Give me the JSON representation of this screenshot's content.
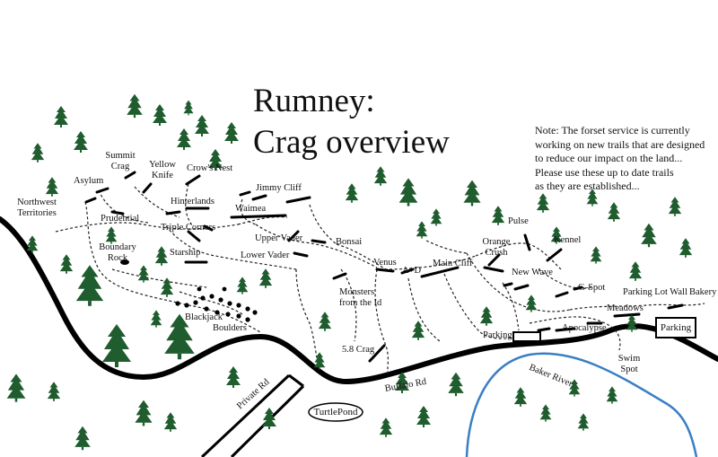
{
  "title": {
    "line1": "Rumney:",
    "line2": "Crag overview"
  },
  "note": {
    "line1": "Note: The forset service is currently",
    "line2": "working on new trails that are designed",
    "line3": "to reduce our impact on the land...",
    "line4": "Please use these up to date trails",
    "line5": "as they are established..."
  },
  "crags": {
    "summit_crag_1": "Summit",
    "summit_crag_2": "Crag",
    "yellow_knife_1": "Yellow",
    "yellow_knife_2": "Knife",
    "asylum": "Asylum",
    "crows_nest": "Crow's Nest",
    "northwest_1": "Northwest",
    "northwest_2": "Territories",
    "jimmy_cliff": "Jimmy Cliff",
    "hinterlands": "Hinterlands",
    "prudential": "Prudential",
    "waimea": "Waimea",
    "triple_corners": "Triple Corners",
    "boundary_rock_1": "Boundary",
    "boundary_rock_2": "Rock",
    "starship": "Starship",
    "upper_vader": "Upper Vader",
    "lower_vader": "Lower Vader",
    "bonsai": "Bonsai",
    "venus": "Venus",
    "a_d": "A+D",
    "main_cliff": "Main Cliff",
    "pulse": "Pulse",
    "orange_crush_1": "Orange",
    "orange_crush_2": "Crush",
    "new_wave": "New Wave",
    "kennel": "Kennel",
    "g_spot": "G-Spot",
    "parking_lot_wall": "Parking Lot Wall",
    "bakery": "Bakery",
    "meadows": "Meadows",
    "apocalypse": "Apocalypse",
    "monsters_1": "Monsters",
    "monsters_2": "from the Id",
    "blackjack": "Blackjack",
    "boulders": "Boulders",
    "five_eight_crag": "5.8 Crag"
  },
  "places": {
    "parking_main": "Parking",
    "parking_east": "Parking",
    "swim_spot_1": "Swim",
    "swim_spot_2": "Spot",
    "turtle_pond": "TurtlePond"
  },
  "roads": {
    "private_rd": "Private Rd",
    "buffalo_rd": "Buffalo Rd",
    "baker_river": "Baker River"
  },
  "colors": {
    "tree": "#1f5c2e",
    "river": "#3a7fc4",
    "road": "#000000",
    "trail": "#222222"
  }
}
